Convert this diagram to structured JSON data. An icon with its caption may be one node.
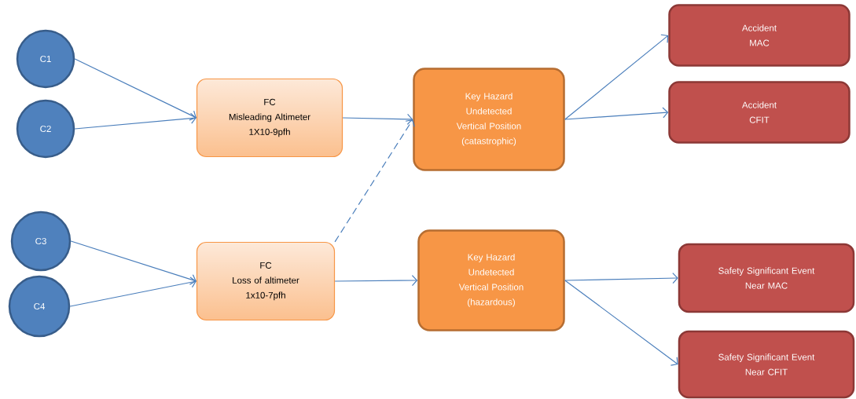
{
  "diagram": {
    "nodes": [
      {
        "text": [
          "C1"
        ]
      },
      {
        "text": [
          "C2"
        ]
      },
      {
        "text": [
          "C3"
        ]
      },
      {
        "text": [
          "C4"
        ]
      },
      {
        "text": [
          "FC",
          "Misleading Altimeter",
          "1X10-9pfh"
        ]
      },
      {
        "text": [
          "FC",
          "Loss of altimeter",
          "1x10-7pfh"
        ]
      },
      {
        "text": [
          "Key Hazard",
          "Undetected",
          "Vertical Position",
          "(catastrophic)"
        ]
      },
      {
        "text": [
          "Key Hazard",
          "Undetected",
          "Vertical Position",
          "(hazardous)"
        ]
      },
      {
        "text": [
          "Accident",
          "MAC"
        ]
      },
      {
        "text": [
          "Accident",
          "CFIT"
        ]
      },
      {
        "text": [
          "Safety Significant Event",
          "Near MAC"
        ]
      },
      {
        "text": [
          "Safety Significant Event",
          "Near CFIT"
        ]
      }
    ],
    "edges": [
      {
        "from": 0,
        "to": 4,
        "arrow": "to"
      },
      {
        "from": 1,
        "to": 4,
        "arrow": "to"
      },
      {
        "from": 2,
        "to": 5,
        "arrow": "to"
      },
      {
        "from": 3,
        "to": 5,
        "arrow": "to"
      },
      {
        "from": 4,
        "to": 6,
        "arrow": "to"
      },
      {
        "from": 5,
        "to": 6,
        "arrow": "to",
        "style": "dashed"
      },
      {
        "from": 5,
        "to": 7,
        "arrow": "to"
      },
      {
        "from": 6,
        "to": 8,
        "arrow": "to"
      },
      {
        "from": 6,
        "to": 9,
        "arrow": "to"
      },
      {
        "from": 7,
        "to": 10,
        "arrow": "to"
      },
      {
        "from": 7,
        "to": 11,
        "arrow": "to"
      }
    ]
  }
}
